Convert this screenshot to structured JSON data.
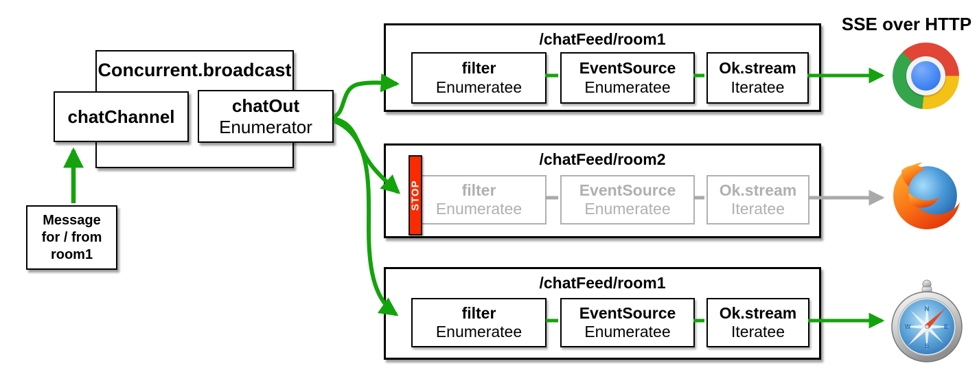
{
  "sse_label": "SSE over HTTP",
  "broadcast": {
    "title": "Concurrent.broadcast",
    "channel_label": "chatChannel",
    "out_label": "chatOut",
    "out_sublabel": "Enumerator"
  },
  "message_box": {
    "line1": "Message",
    "line2": "for / from",
    "line3": "room1"
  },
  "stop_label": "STOP",
  "pipelines": [
    {
      "route": "/chatFeed/room1",
      "state": "active",
      "client_icon": "chrome-browser-icon",
      "stages": [
        {
          "name": "filter",
          "type": "Enumeratee"
        },
        {
          "name": "EventSource",
          "type": "Enumeratee"
        },
        {
          "name": "Ok.stream",
          "type": "Iteratee"
        }
      ]
    },
    {
      "route": "/chatFeed/room2",
      "state": "stopped",
      "client_icon": "firefox-browser-icon",
      "stages": [
        {
          "name": "filter",
          "type": "Enumeratee"
        },
        {
          "name": "EventSource",
          "type": "Enumeratee"
        },
        {
          "name": "Ok.stream",
          "type": "Iteratee"
        }
      ]
    },
    {
      "route": "/chatFeed/room1",
      "state": "active",
      "client_icon": "safari-browser-icon",
      "stages": [
        {
          "name": "filter",
          "type": "Enumeratee"
        },
        {
          "name": "EventSource",
          "type": "Enumeratee"
        },
        {
          "name": "Ok.stream",
          "type": "Iteratee"
        }
      ]
    }
  ],
  "colors": {
    "active_flow": "#14a30c",
    "inactive_flow": "#a9a9a9",
    "stop_fill": "#fb2b00",
    "disabled_gray": "#b0b0b0"
  }
}
